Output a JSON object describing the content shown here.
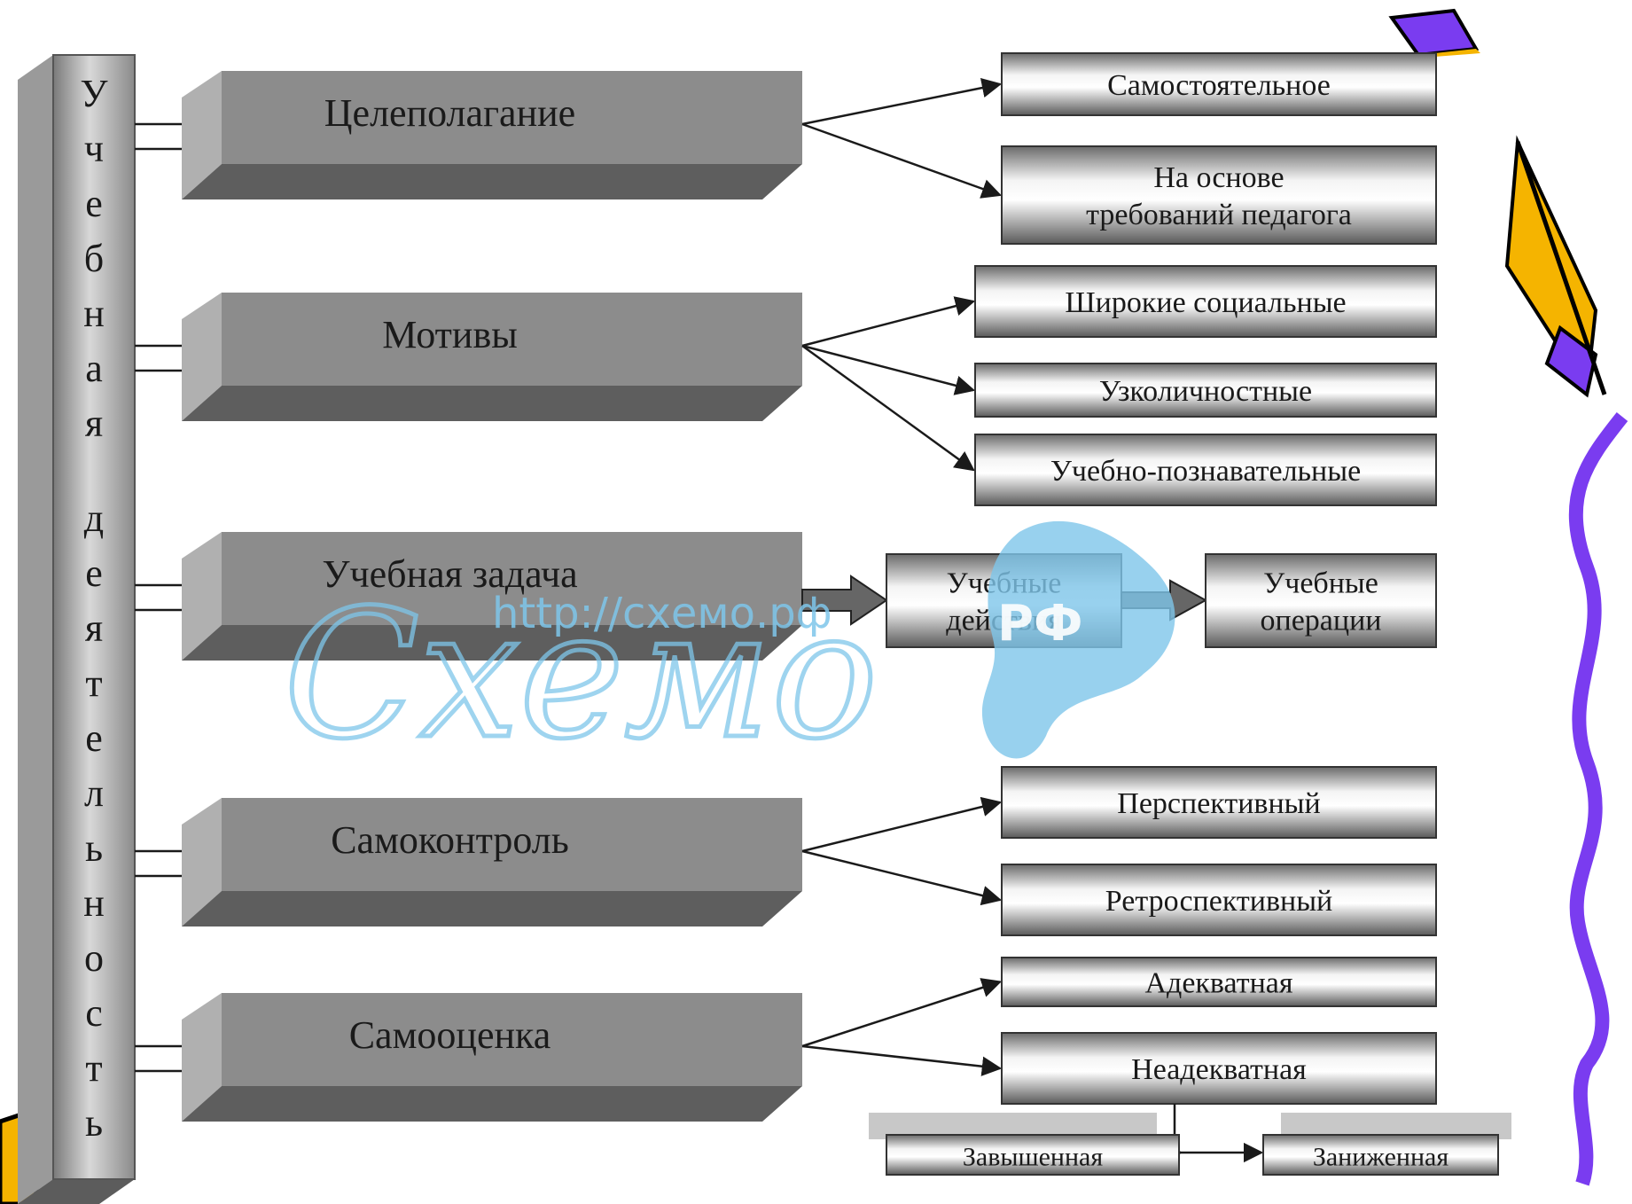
{
  "vertical_title": "Учебная деятельность",
  "components": [
    {
      "label": "Целеполагание",
      "outcomes": [
        "Самостоятельное",
        "На основе требований педагога"
      ]
    },
    {
      "label": "Мотивы",
      "outcomes": [
        "Широкие социальные",
        "Узколичностные",
        "Учебно-познавательные"
      ]
    },
    {
      "label": "Учебная задача",
      "chain": [
        "Учебные действия",
        "Учебные операции"
      ]
    },
    {
      "label": "Самоконтроль",
      "outcomes": [
        "Перспективный",
        "Ретроспективный"
      ]
    },
    {
      "label": "Самооценка",
      "outcomes": [
        "Адекватная",
        "Неадекватная"
      ],
      "sub_outcomes": [
        "Завышенная",
        "Заниженная"
      ]
    }
  ],
  "watermark": {
    "url": "http://схемо.рф",
    "script": "Схемо",
    "suffix": "РФ"
  },
  "colors": {
    "main_box": "#8c8c8c",
    "main_box_top": "#b0b0b0",
    "main_box_bottom": "#5e5e5e",
    "accent_purple": "#7a3cf0",
    "accent_yellow": "#f5b400",
    "watermark": "#7ec6ea"
  }
}
